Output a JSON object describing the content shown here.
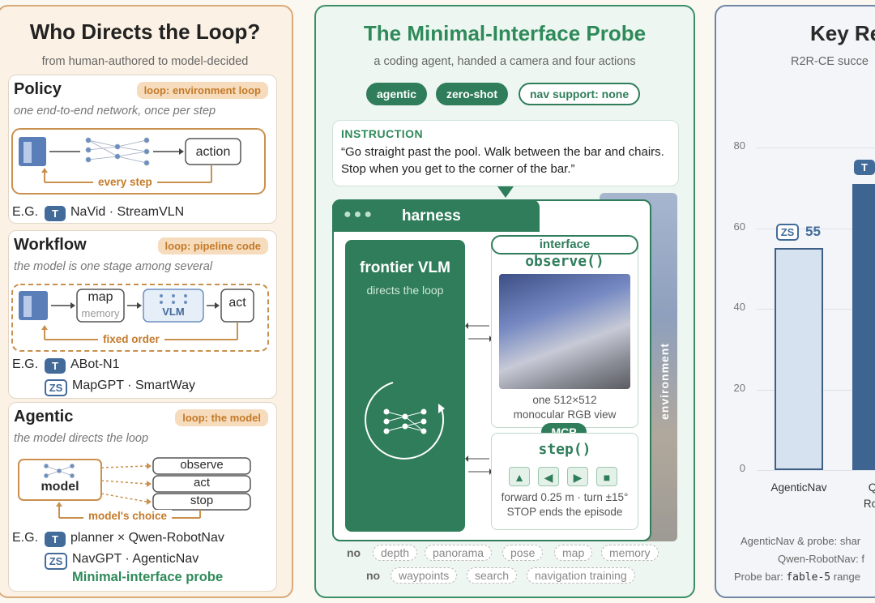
{
  "left_panel": {
    "title": "Who Directs the Loop?",
    "subtitle": "from human-authored to model-decided",
    "policy": {
      "title": "Policy",
      "tag": "loop: environment loop",
      "desc": "one end-to-end network, once per step",
      "diagram_action": "action",
      "diagram_loop": "every step",
      "eg_label": "E.G.",
      "eg_badge": "T",
      "eg_items": "NaVid · StreamVLN"
    },
    "workflow": {
      "title": "Workflow",
      "tag": "loop: pipeline code",
      "desc": "the model is one stage among several",
      "diagram_map": "map",
      "diagram_memory": "memory",
      "diagram_vlm": "VLM",
      "diagram_act": "act",
      "diagram_loop": "fixed order",
      "eg_label": "E.G.",
      "eg_badge_1": "T",
      "eg_items_1": "ABot-N1",
      "eg_badge_2": "ZS",
      "eg_items_2": "MapGPT · SmartWay"
    },
    "agentic": {
      "title": "Agentic",
      "tag": "loop: the model",
      "desc": "the model directs the loop",
      "diagram_model": "model",
      "diagram_observe": "observe",
      "diagram_act": "act",
      "diagram_stop": "stop",
      "diagram_loop": "model's choice",
      "eg_label": "E.G.",
      "eg_badge_1": "T",
      "eg_items_1": "planner × Qwen-RobotNav",
      "eg_badge_2": "ZS",
      "eg_items_2": "NavGPT · AgenticNav",
      "eg_highlight": "Minimal-interface probe"
    }
  },
  "middle_panel": {
    "title": "The Minimal-Interface Probe",
    "subtitle": "a coding agent, handed a camera and four actions",
    "pills": [
      "agentic",
      "zero-shot",
      "nav support: none"
    ],
    "instruction_header": "INSTRUCTION",
    "instruction_text": "“Go straight past the pool. Walk between the bar and chairs. Stop when you get to the corner of the bar.”",
    "harness_label": "harness",
    "vlm_title": "frontier VLM",
    "vlm_sub": "directs the loop",
    "interface_label": "interface",
    "observe_fn": "observe()",
    "view_caption_1": "one 512×512",
    "view_caption_2": "monocular RGB view",
    "mcp_label": "MCP",
    "step_fn": "step()",
    "step_caption_1": "forward 0.25 m · turn ±15°",
    "step_caption_2": "STOP ends the episode",
    "environment_label": "environment",
    "no_label": "no",
    "no_row_1": [
      "depth",
      "panorama",
      "pose",
      "map",
      "memory"
    ],
    "no_row_2": [
      "waypoints",
      "search",
      "navigation training"
    ],
    "colors": {
      "accent": "#2f7d5a",
      "dark": "#1f6b4a"
    }
  },
  "right_panel": {
    "title": "Key Re",
    "subtitle": "R2R-CE succe",
    "note_1": "AgenticNav & probe: shar",
    "note_2": "Qwen-RobotNav: f",
    "note_3_prefix": "Probe bar:",
    "note_3_code": "fable-5",
    "note_3_suffix": "range"
  },
  "chart_data": {
    "type": "bar",
    "categories": [
      "AgenticNav",
      "Qw Robo"
    ],
    "category_lines": [
      [
        "AgenticNav"
      ],
      [
        "Qw",
        "Robo"
      ]
    ],
    "values": [
      55,
      71
    ],
    "value_labels": [
      "55",
      ""
    ],
    "badges": [
      "ZS",
      "T"
    ],
    "yticks": [
      0,
      20,
      40,
      60,
      80
    ],
    "ylim": [
      0,
      80
    ],
    "grid": true,
    "colors": {
      "bar1": "#d6e2ef",
      "bar1_stroke": "#3f5f86",
      "bar2": "#3e6591"
    }
  }
}
